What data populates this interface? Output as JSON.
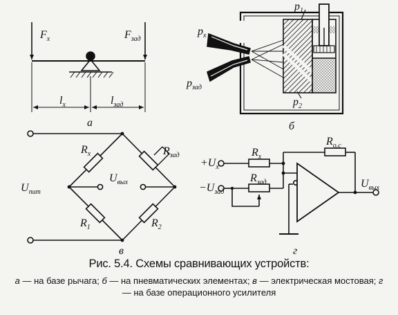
{
  "panels": {
    "a": {
      "label": "а",
      "force_x_main": "F",
      "force_x_sub": "x",
      "force_set_main": "F",
      "force_set_sub": "зад",
      "arm_x_main": "l",
      "arm_x_sub": "x",
      "arm_set_main": "l",
      "arm_set_sub": "зад"
    },
    "b": {
      "label": "б",
      "p1_main": "p",
      "p1_sub": "1",
      "p2_main": "p",
      "p2_sub": "2",
      "px_main": "p",
      "px_sub": "x",
      "pset_main": "p",
      "pset_sub": "зад"
    },
    "v": {
      "label": "в",
      "supply_main": "U",
      "supply_sub": "пит",
      "out_main": "U",
      "out_sub": "вых",
      "rx_main": "R",
      "rx_sub": "x",
      "rset_main": "R",
      "rset_sub": "зад",
      "r1_main": "R",
      "r1_sub": "1",
      "r2_main": "R",
      "r2_sub": "2"
    },
    "g": {
      "label": "г",
      "ux_main": "+U",
      "ux_sub": "x",
      "uset_main": "−U",
      "uset_sub": "зад",
      "rx_main": "R",
      "rx_sub": "x",
      "rset_main": "R",
      "rset_sub": "зад",
      "rfb_main": "R",
      "rfb_sub": "о.с",
      "out_main": "U",
      "out_sub": "вых"
    }
  },
  "caption": {
    "title": "Рис. 5.4. Схемы сравнивающих устройств:",
    "a_key": "а",
    "a_text": " — на базе рычага; ",
    "b_key": "б",
    "b_text": " — на пневматических элементах; ",
    "v_key": "в",
    "v_text": " — электрическая мостовая; ",
    "g_key": "г",
    "g_text": " — на базе операционного усилителя"
  }
}
